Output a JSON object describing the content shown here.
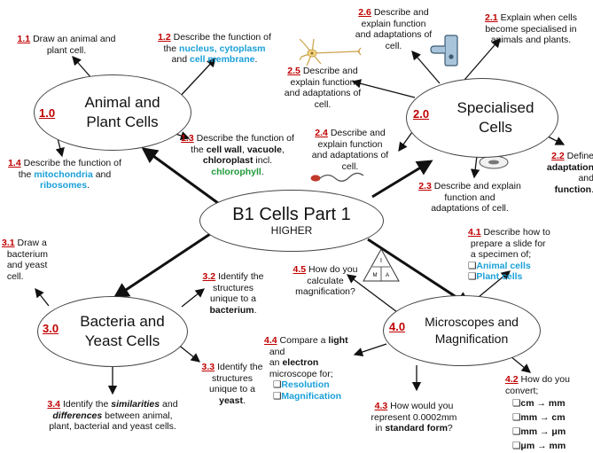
{
  "center": {
    "title": "B1 Cells Part 1",
    "subtitle": "HIGHER"
  },
  "topics": {
    "t1": {
      "num": "1.0",
      "line1": "Animal and",
      "line2": "Plant Cells"
    },
    "t2": {
      "num": "2.0",
      "line1": "Specialised",
      "line2": "Cells"
    },
    "t3": {
      "num": "3.0",
      "line1": "Bacteria and",
      "line2": "Yeast Cells"
    },
    "t4": {
      "num": "4.0",
      "line1": "Microscopes and",
      "line2": "Magnification"
    }
  },
  "items": {
    "i11": {
      "num": "1.1",
      "a": "Draw an animal and",
      "b": "plant cell."
    },
    "i12": {
      "num": "1.2",
      "a": "Describe the function of",
      "b": "the",
      "c": "nucleus,",
      "d": "cytoplasm",
      "e": "and",
      "f": "cell membrane",
      "g": "."
    },
    "i13": {
      "num": "1.3",
      "a": "Describe the function of",
      "b": "the",
      "c": "cell wall",
      "d": ",",
      "e": "vacuole",
      "f": ",",
      "g": "chloroplast",
      "h": "incl.",
      "i": "chlorophyll",
      "j": "."
    },
    "i14": {
      "num": "1.4",
      "a": "Describe the function of",
      "b": "the",
      "c": "mitochondria",
      "d": "and",
      "e": "ribosomes",
      "f": "."
    },
    "i21": {
      "num": "2.1",
      "a": "Explain when cells",
      "b": "become specialised in",
      "c": "animals and plants."
    },
    "i22": {
      "num": "2.2",
      "a": "Define",
      "b": "adaptation",
      "c": "and",
      "d": "function",
      "e": "."
    },
    "i23": {
      "num": "2.3",
      "a": "Describe and explain",
      "b": "function and",
      "c": "adaptations of cell."
    },
    "i24": {
      "num": "2.4",
      "a": "Describe and",
      "b": "explain function",
      "c": "and adaptations of",
      "d": "cell."
    },
    "i25": {
      "num": "2.5",
      "a": "Describe and",
      "b": "explain function",
      "c": "and adaptations of",
      "d": "cell."
    },
    "i26": {
      "num": "2.6",
      "a": "Describe and",
      "b": "explain function",
      "c": "and adaptations of",
      "d": "cell."
    },
    "i31": {
      "num": "3.1",
      "a": "Draw a",
      "b": "bacterium",
      "c": "and yeast",
      "d": "cell."
    },
    "i32": {
      "num": "3.2",
      "a": "Identify the",
      "b": "structures",
      "c": "unique to a",
      "d": "bacterium",
      "e": "."
    },
    "i33": {
      "num": "3.3",
      "a": "Identify the",
      "b": "structures",
      "c": "unique to a",
      "d": "yeast",
      "e": "."
    },
    "i34": {
      "num": "3.4",
      "a": "Identify the",
      "b": "similarities",
      "c": "and",
      "d": "differences",
      "e": "between animal,",
      "f": "plant, bacterial and yeast cells."
    },
    "i41": {
      "num": "4.1",
      "a": "Describe how to",
      "b": "prepare a slide for",
      "c": "a specimen of;",
      "opt1": "Animal cells",
      "opt2": "Plant cells"
    },
    "i42": {
      "num": "4.2",
      "a": "How do you convert;",
      "c1": "cm → mm",
      "c2": "mm → cm",
      "c3": "mm → μm",
      "c4": "μm → mm"
    },
    "i43": {
      "num": "4.3",
      "a": "How would you",
      "b": "represent 0.0002mm",
      "c": "in",
      "d": "standard form",
      "e": "?"
    },
    "i44": {
      "num": "4.4",
      "a": "Compare a",
      "b": "light",
      "c": "and",
      "d": "an",
      "e": "electron",
      "f": "microscope for;",
      "opt1": "Resolution",
      "opt2": "Magnification"
    },
    "i45": {
      "num": "4.5",
      "a": "How do you",
      "b": "calculate",
      "c": "magnification?"
    }
  },
  "triangle": {
    "top": "I",
    "left": "M",
    "right": "A"
  }
}
